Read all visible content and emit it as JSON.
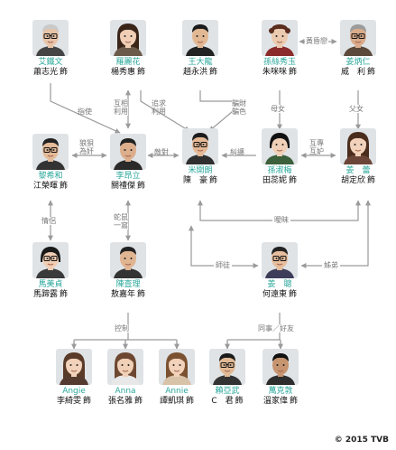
{
  "people": [
    {
      "id": "p1",
      "role": "艾鐵文",
      "actor": "蕭志光",
      "suffix": "飾"
    },
    {
      "id": "p2",
      "role": "羅麗花",
      "actor": "楊秀惠",
      "suffix": "飾"
    },
    {
      "id": "p3",
      "role": "王大龍",
      "actor": "趙永洪",
      "suffix": "飾"
    },
    {
      "id": "p4",
      "role": "孫絲秀玉",
      "actor": "朱咪咪",
      "suffix": "飾"
    },
    {
      "id": "p5",
      "role": "姜炳仁",
      "actor": "威　利",
      "suffix": "飾"
    },
    {
      "id": "p6",
      "role": "黎希和",
      "actor": "江榮暉",
      "suffix": "飾"
    },
    {
      "id": "p7",
      "role": "李昂立",
      "actor": "關禮傑",
      "suffix": "飾"
    },
    {
      "id": "p8",
      "role": "米開朗",
      "actor": "陳　豪",
      "suffix": "飾"
    },
    {
      "id": "p9",
      "role": "孫淑梅",
      "actor": "田蕊妮",
      "suffix": "飾"
    },
    {
      "id": "p10",
      "role": "姜　蕾",
      "actor": "胡定欣",
      "suffix": "飾"
    },
    {
      "id": "p11",
      "role": "馬美貞",
      "actor": "馬蹄露",
      "suffix": "飾"
    },
    {
      "id": "p12",
      "role": "陳査理",
      "actor": "敖嘉年",
      "suffix": "飾"
    },
    {
      "id": "p13",
      "role": "姜　聰",
      "actor": "何遠東",
      "suffix": "飾"
    },
    {
      "id": "p14",
      "role": "Angie",
      "actor": "李綺雯",
      "suffix": "飾"
    },
    {
      "id": "p15",
      "role": "Anna",
      "actor": "張名雅",
      "suffix": "飾"
    },
    {
      "id": "p16",
      "role": "Annie",
      "actor": "譚凱琪",
      "suffix": "飾"
    },
    {
      "id": "p17",
      "role": "賴亞武",
      "actor": "C　君",
      "suffix": "飾"
    },
    {
      "id": "p18",
      "role": "萬克敦",
      "actor": "溫家偉",
      "suffix": "飾"
    }
  ],
  "relations": {
    "huangmenglian": "黃昏戀",
    "zhishi": "指使",
    "huxiangliyong": "互相\n利用",
    "zhuiqiuliyong": "追求\n利用",
    "pianchaipianse": "騙財\n騙色",
    "munv1": "母女",
    "funv": "父女",
    "langbeiweijian": "狼狽\n為奸",
    "didui": "敵對",
    "jiuchan": "糾纏",
    "huxiangyadui": "互專\n互妒",
    "aimei": "曖昧",
    "qinglv": "情侶",
    "sheshuyiwo": "蛇鼠\n一窩",
    "shitu": "師徒",
    "jiedi": "姊弟",
    "kongzhi": "控制",
    "tongshihaoyou": "同事／好友"
  },
  "copyright": "© 2015 TVB",
  "colors": {
    "role": "#2aa79b",
    "actor": "#111111",
    "line": "#9a9a9a",
    "label": "#777777"
  }
}
